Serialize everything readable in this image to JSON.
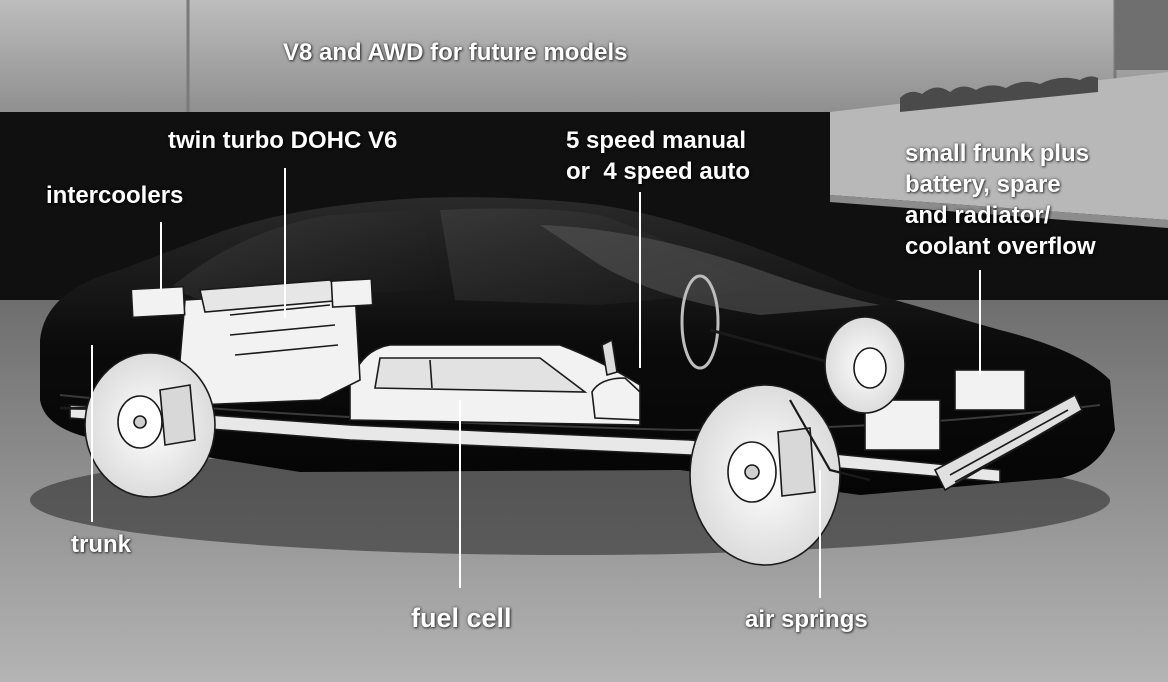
{
  "diagram": {
    "headline": "V8 and AWD for future models",
    "callouts": {
      "engine": "twin turbo DOHC V6",
      "intercoolers": "intercoolers",
      "transmission": [
        "5 speed manual",
        "or  4 speed auto"
      ],
      "frunk": [
        "small frunk plus",
        "battery, spare",
        "and radiator/",
        "coolant overflow"
      ],
      "trunk": "trunk",
      "fuel_cell": "fuel cell",
      "air_springs": "air springs"
    }
  },
  "colors": {
    "label": "#ffffff",
    "leader_line": "#ffffff",
    "car_body": "#0c0c0c",
    "sketch_fill": "#f2f2f2",
    "sketch_stroke": "#1a1a1a"
  }
}
